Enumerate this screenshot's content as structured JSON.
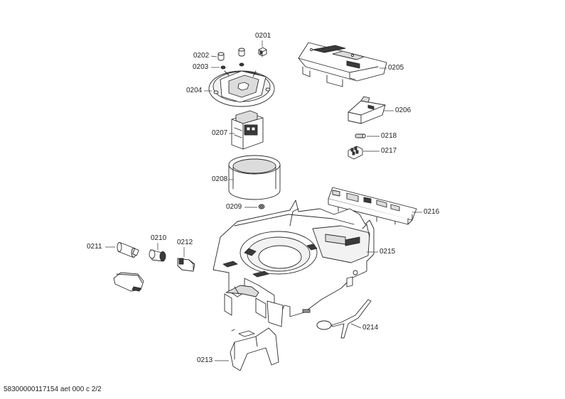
{
  "diagram": {
    "parts": [
      {
        "id": "p0201",
        "label": "0201"
      },
      {
        "id": "p0202",
        "label": "0202"
      },
      {
        "id": "p0203",
        "label": "0203"
      },
      {
        "id": "p0204",
        "label": "0204"
      },
      {
        "id": "p0205",
        "label": "0205"
      },
      {
        "id": "p0206",
        "label": "0206"
      },
      {
        "id": "p0207",
        "label": "0207"
      },
      {
        "id": "p0208",
        "label": "0208"
      },
      {
        "id": "p0209",
        "label": "0209"
      },
      {
        "id": "p0210",
        "label": "0210"
      },
      {
        "id": "p0211",
        "label": "0211"
      },
      {
        "id": "p0212",
        "label": "0212"
      },
      {
        "id": "p0213",
        "label": "0213"
      },
      {
        "id": "p0214",
        "label": "0214"
      },
      {
        "id": "p0215",
        "label": "0215"
      },
      {
        "id": "p0216",
        "label": "0216"
      },
      {
        "id": "p0217",
        "label": "0217"
      },
      {
        "id": "p0218",
        "label": "0218"
      }
    ],
    "footer": "58300000117154 aet 000 c 2/2"
  },
  "colors": {
    "line": "#2b2b2b",
    "part_fill": "#ffffff",
    "dark_fill": "#3a3a3a",
    "mid_fill": "#9a9a9a",
    "light_fill": "#dcdcdc"
  }
}
